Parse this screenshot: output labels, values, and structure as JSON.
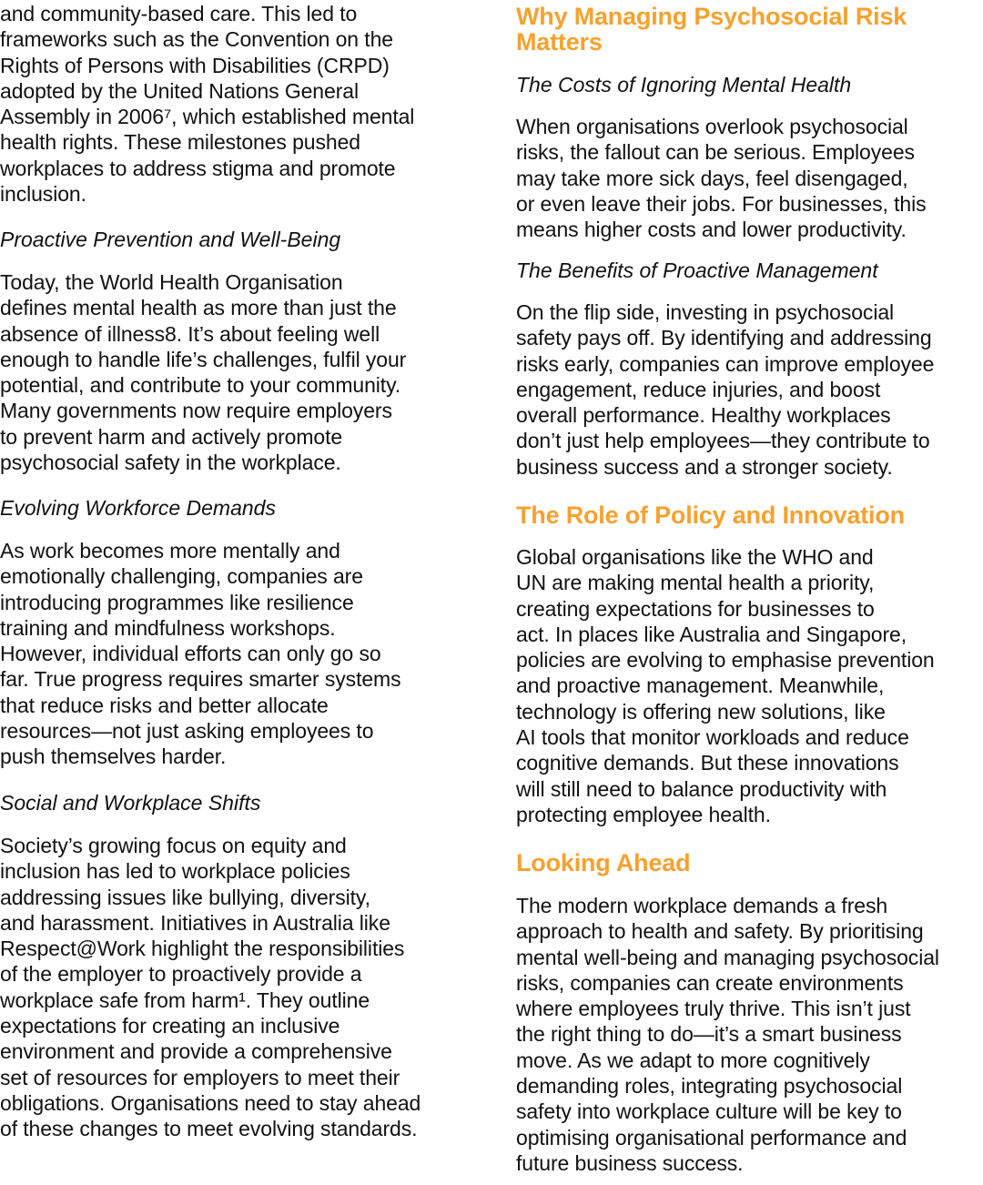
{
  "accent_color": "#F7A12E",
  "text_color": "#111111",
  "left_column": {
    "intro_paragraph": "and community-based care. This led to\nframeworks such as the Convention on the\nRights of Persons with Disabilities (CRPD)\nadopted by the United Nations General\nAssembly in 2006⁷, which established mental\nhealth rights. These milestones pushed\nworkplaces to address stigma and promote\ninclusion.",
    "sections": [
      {
        "subheading": "Proactive Prevention and Well-Being",
        "paragraph": "Today, the World Health Organisation\ndefines mental health as more than just the\nabsence of illness8. It’s about feeling well\nenough to handle life’s challenges, fulfil your\npotential, and contribute to your community.\nMany governments now require employers\nto prevent harm and actively promote\npsychosocial safety in the workplace."
      },
      {
        "subheading": "Evolving Workforce Demands",
        "paragraph": "As work becomes more mentally and\nemotionally challenging, companies are\nintroducing programmes like resilience\ntraining and mindfulness workshops.\nHowever, individual efforts can only go so\nfar. True progress requires smarter systems\nthat reduce risks and better allocate\nresources—not just asking employees to\npush themselves harder."
      },
      {
        "subheading": "Social and Workplace Shifts",
        "paragraph": "Society’s growing focus on equity and\ninclusion has led to workplace policies\naddressing issues like bullying, diversity,\nand harassment. Initiatives in Australia like\nRespect@Work highlight the responsibilities\nof the employer to proactively provide a\nworkplace safe from harm¹. They outline\nexpectations for creating an inclusive\nenvironment and provide a comprehensive\nset of resources for employers to meet their\nobligations. Organisations need to stay ahead\nof these changes to meet evolving standards."
      }
    ]
  },
  "right_column": {
    "why_heading": "Why Managing Psychosocial Risk\nMatters",
    "costs": {
      "subheading": "The Costs of Ignoring Mental Health",
      "paragraph": "When organisations overlook psychosocial\nrisks, the fallout can be serious. Employees\nmay take more sick days, feel disengaged,\nor even leave their jobs. For businesses, this\nmeans higher costs and lower productivity."
    },
    "benefits": {
      "subheading": "The Benefits of Proactive Management",
      "paragraph": "On the flip side, investing in psychosocial\nsafety pays off. By identifying and addressing\nrisks early, companies can improve employee\nengagement, reduce injuries, and boost\noverall performance. Healthy workplaces\ndon’t just help employees—they contribute to\nbusiness success and a stronger society."
    },
    "policy": {
      "heading": "The Role of Policy and Innovation",
      "paragraph": "Global organisations like the WHO and\nUN are making mental health a priority,\ncreating expectations for businesses to\nact. In places like Australia and Singapore,\npolicies are evolving to emphasise prevention\nand proactive management. Meanwhile,\ntechnology is offering new solutions, like\nAI tools that monitor workloads and reduce\ncognitive demands. But these innovations\nwill still need to balance productivity with\nprotecting employee health."
    },
    "ahead": {
      "heading": "Looking Ahead",
      "paragraph": "The modern workplace demands a fresh\napproach to health and safety. By prioritising\nmental well-being and managing psychosocial\nrisks, companies can create environments\nwhere employees truly thrive. This isn’t just\nthe right thing to do—it’s a smart business\nmove. As we adapt to more cognitively\ndemanding roles, integrating psychosocial\nsafety into workplace culture will be key to\noptimising organisational performance and\nfuture business success."
    }
  }
}
